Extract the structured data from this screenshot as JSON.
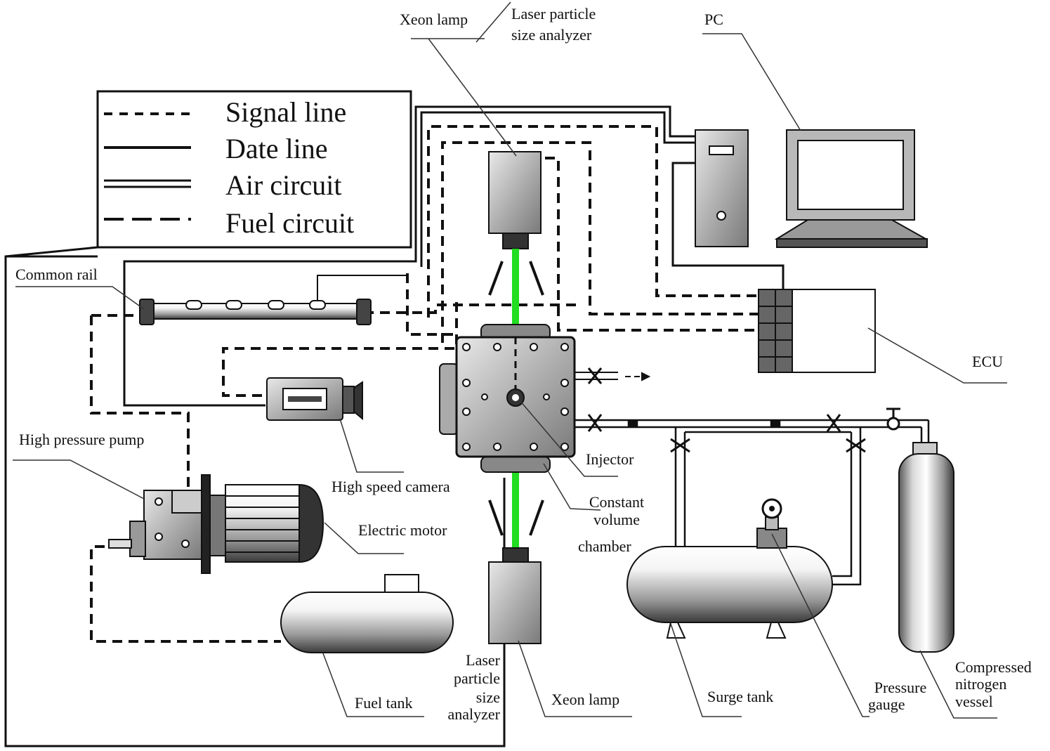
{
  "legend": {
    "signal_line": "Signal line",
    "date_line": "Date line",
    "air_circuit": "Air circuit",
    "fuel_circuit": "Fuel circuit"
  },
  "labels": {
    "xeon_lamp_top": "Xeon lamp",
    "laser_top_1": "Laser particle",
    "laser_top_2": "size analyzer",
    "pc": "PC",
    "common_rail": "Common rail",
    "ecu": "ECU",
    "high_pressure_pump": "High pressure pump",
    "high_speed_camera": "High speed camera",
    "injector": "Injector",
    "chamber_1": "Constant",
    "chamber_2": "volume",
    "chamber_3": "chamber",
    "electric_motor": "Electric motor",
    "fuel_tank": "Fuel tank",
    "laser_bottom_1": "Laser",
    "laser_bottom_2": "particle",
    "laser_bottom_3": "size",
    "laser_bottom_4": "analyzer",
    "xeon_lamp_bottom": "Xeon lamp",
    "surge_tank": "Surge tank",
    "pressure_gauge_1": "Pressure",
    "pressure_gauge_2": "gauge",
    "nitrogen_1": "Compressed",
    "nitrogen_2": "nitrogen",
    "nitrogen_3": "vessel"
  },
  "colors": {
    "line": "#111111",
    "laser_beam": "#22dd22",
    "metal_light": "#e6e6e6",
    "metal_mid": "#9a9a9a",
    "metal_dark": "#4a4a4a"
  }
}
